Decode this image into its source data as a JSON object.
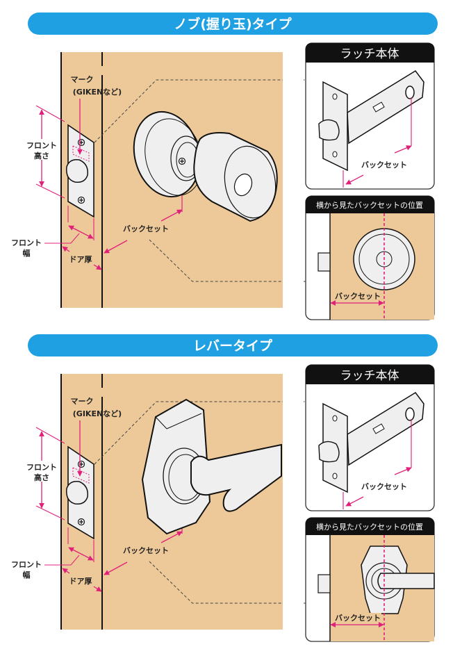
{
  "colors": {
    "banner": "#1FA0E2",
    "door": "#EDC898",
    "dimension": "#E0207A",
    "metal": "#EFEFEF"
  },
  "sections": [
    {
      "title": "ノブ(握り玉)タイプ",
      "handle": "knob",
      "labels": {
        "mark": "マーク",
        "mark_sub": "(GIKENなど)",
        "front_height_1": "フロント",
        "front_height_2": "高さ",
        "front_width_1": "フロント",
        "front_width_2": "幅",
        "door_thickness": "ドア厚",
        "backset": "バックセット"
      },
      "latch_panel": {
        "title": "ラッチ本体",
        "backset": "バックセット"
      },
      "side_panel": {
        "title": "横から見たバックセットの位置",
        "backset": "バックセット"
      }
    },
    {
      "title": "レバータイプ",
      "handle": "lever",
      "labels": {
        "mark": "マーク",
        "mark_sub": "(GIKENなど)",
        "front_height_1": "フロント",
        "front_height_2": "高さ",
        "front_width_1": "フロント",
        "front_width_2": "幅",
        "door_thickness": "ドア厚",
        "backset": "バックセット"
      },
      "latch_panel": {
        "title": "ラッチ本体",
        "backset": "バックセット"
      },
      "side_panel": {
        "title": "横から見たバックセットの位置",
        "backset": "バックセット"
      }
    }
  ]
}
